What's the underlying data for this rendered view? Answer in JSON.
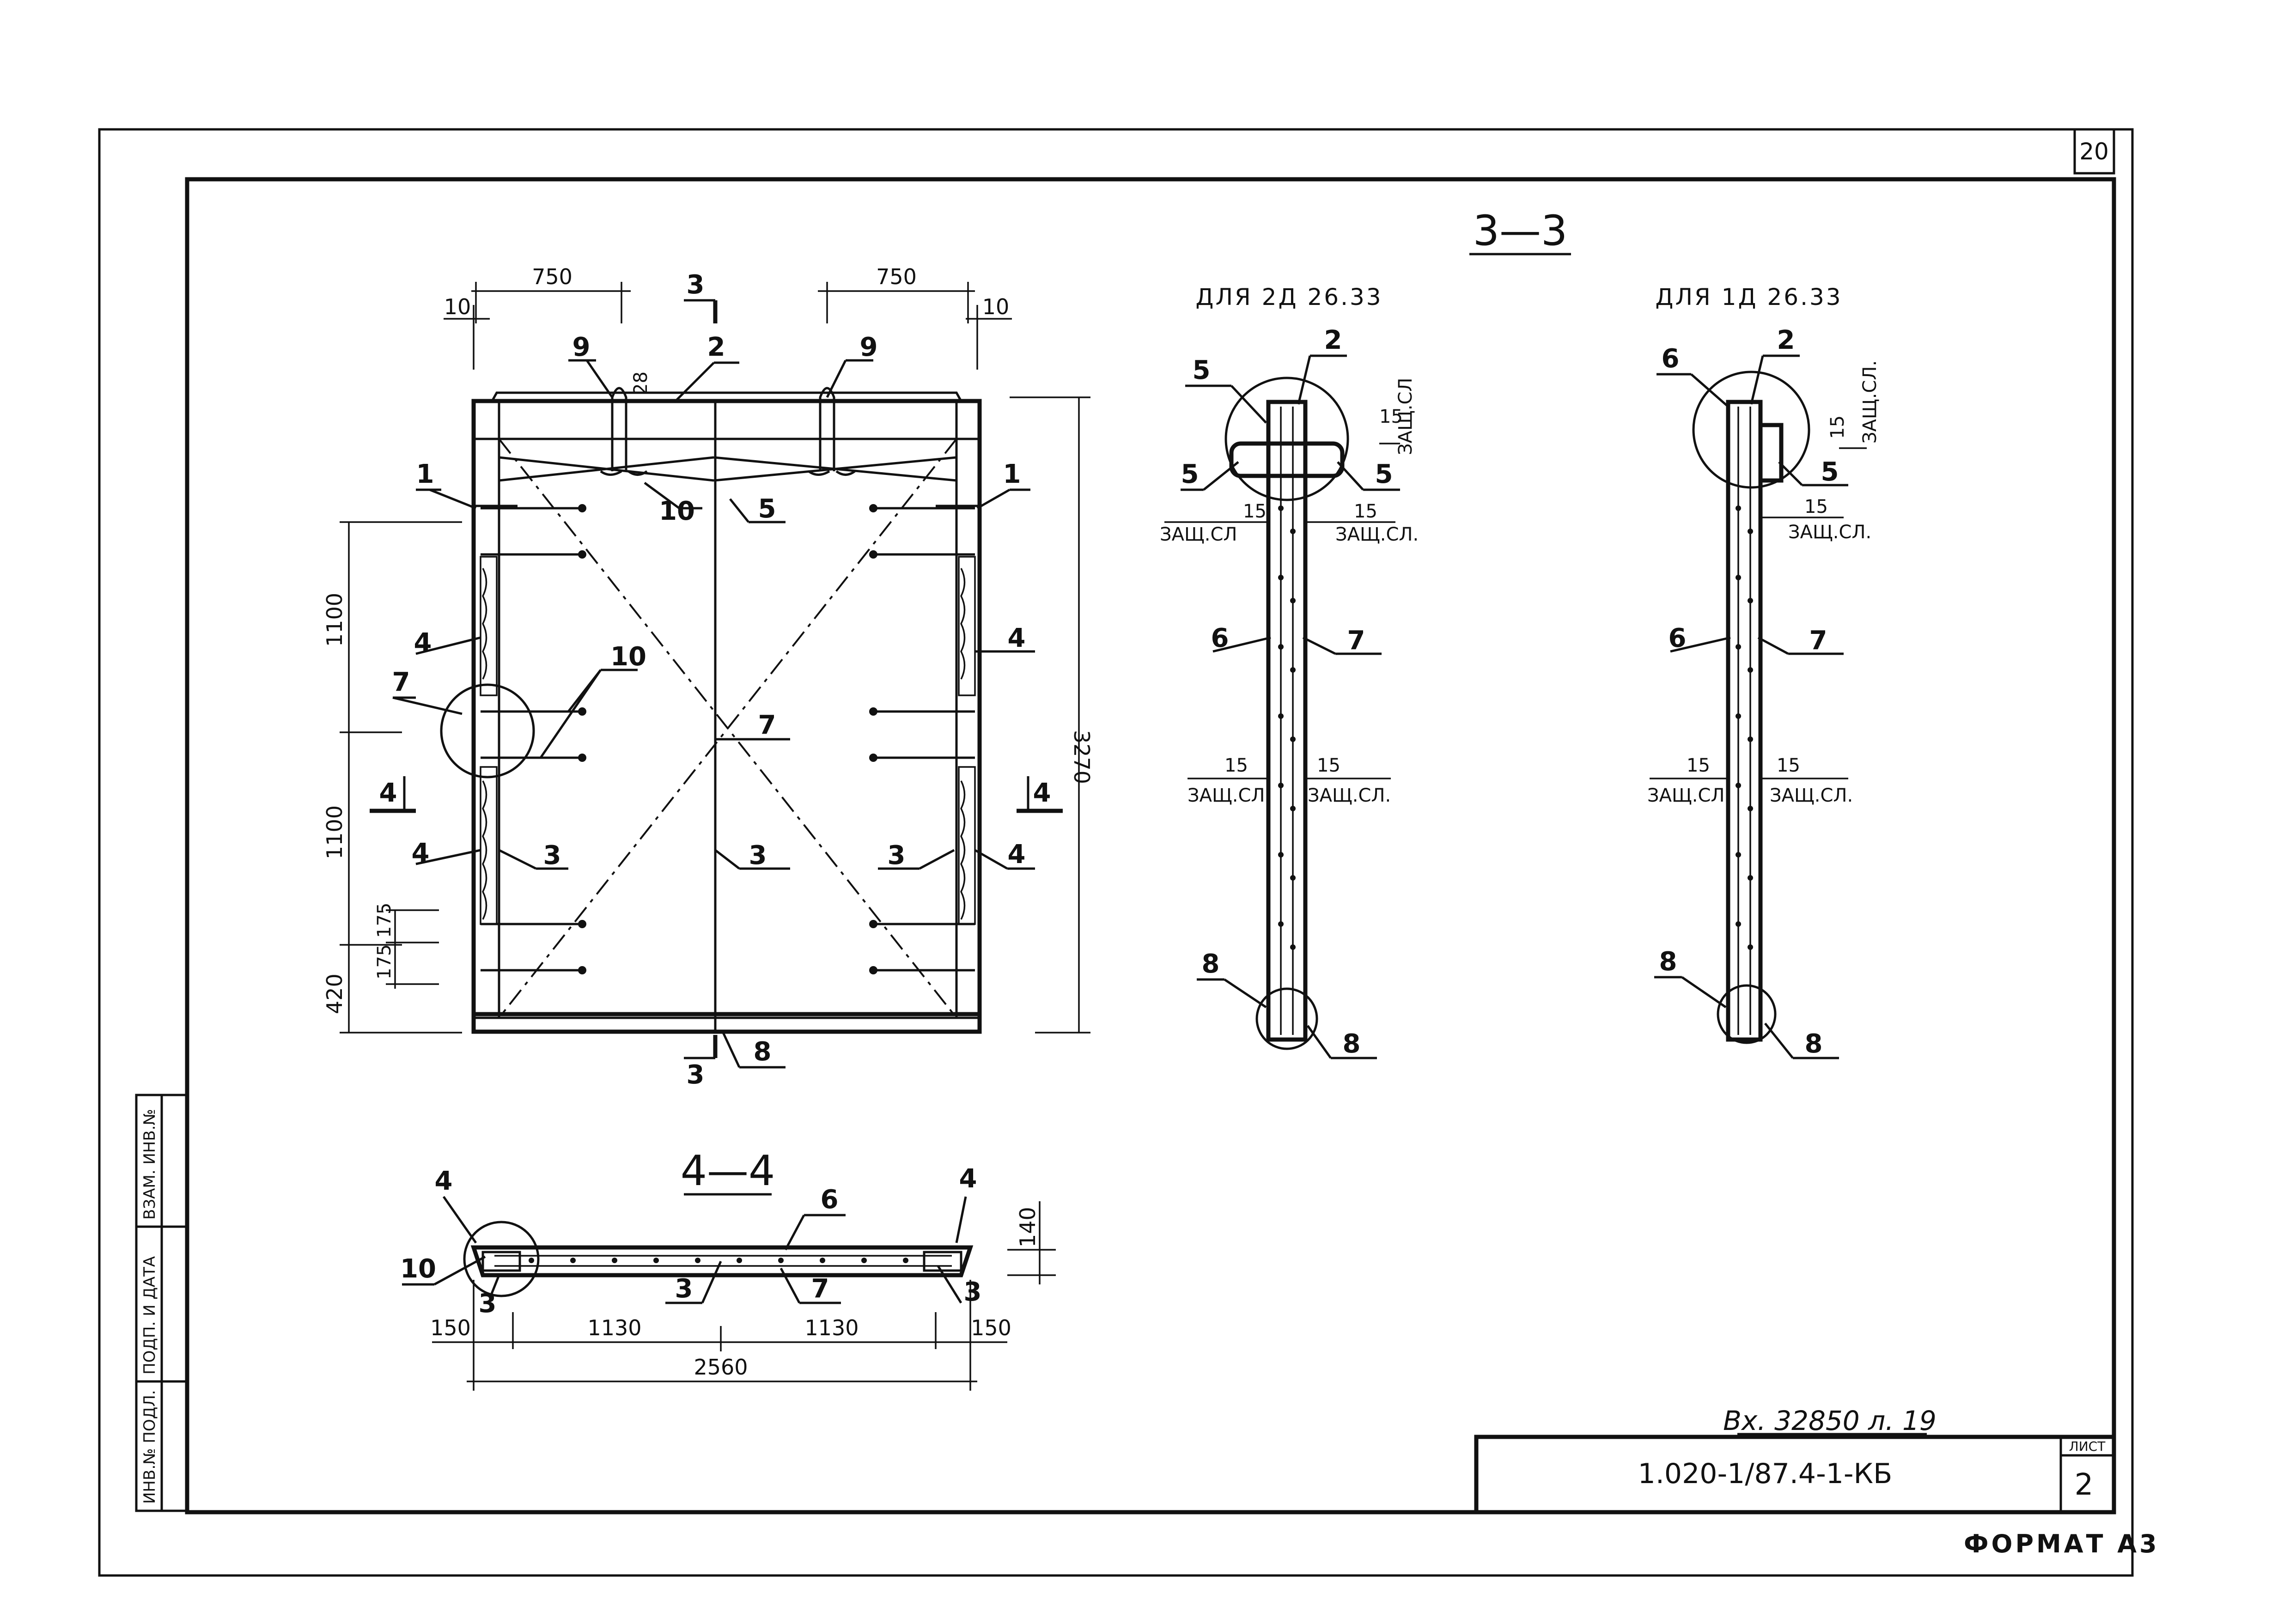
{
  "sheet_number_top": "20",
  "section_33": {
    "title": "3—3",
    "variant_2d": "ДЛЯ 2Д 26.33",
    "variant_1d": "ДЛЯ 1Д 26.33"
  },
  "section_44": {
    "title": "4—4"
  },
  "section_marks": {
    "s3": "3",
    "s4": "4"
  },
  "elevation": {
    "dims": {
      "top_left": "750",
      "top_right": "750",
      "gap_left": "10",
      "gap_right": "10",
      "loop_gap": "28",
      "v1": "1100",
      "v2": "1100",
      "v3": "420",
      "v4": "175",
      "v5": "175",
      "overall_h": "3270"
    },
    "positions": {
      "p1": "1",
      "p2": "2",
      "p3": "3",
      "p4": "4",
      "p5": "5",
      "p7": "7",
      "p8": "8",
      "p9": "9",
      "p10": "10"
    }
  },
  "plan_44": {
    "dims": {
      "d150a": "150",
      "d1130a": "1130",
      "d1130b": "1130",
      "d150b": "150",
      "d2560": "2560",
      "d140": "140"
    },
    "positions": {
      "p4": "4",
      "p6": "6",
      "p10": "10",
      "p3": "3",
      "p7": "7"
    }
  },
  "cover_note": {
    "cover": "15",
    "label": "ЗАЩ.СЛ.",
    "label_short": "ЗАЩ.СЛ"
  },
  "incoming": "Вх. 32850 л. 19",
  "title_block": {
    "code": "1.020-1/87.4-1-КБ",
    "sheet_label": "ЛИСТ",
    "sheet_no": "2"
  },
  "format": "ФОРМАТ А3",
  "side_stamp": [
    "ИНВ.№ ПОДЛ.",
    "ПОДП. И ДАТА",
    "ВЗАМ. ИНВ.№"
  ]
}
